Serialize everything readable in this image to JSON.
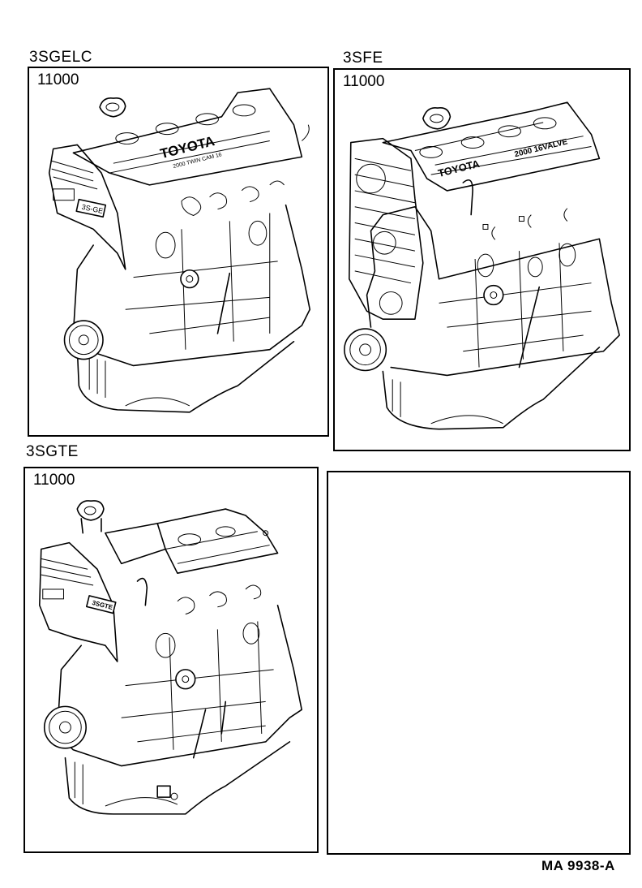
{
  "page": {
    "type": "parts-catalog-illustration",
    "footer_code": "MA 9938-A"
  },
  "panels": [
    {
      "engine_code": "3SGELC",
      "part_number": "11000",
      "illustration": "engine-assembly-3sgelc",
      "valve_cover_text": "TOYOTA",
      "valve_cover_subtext": "2000 TWIN CAM 16",
      "timing_cover_tag": "3S-GE"
    },
    {
      "engine_code": "3SFE",
      "part_number": "11000",
      "illustration": "engine-assembly-3sfe",
      "valve_cover_text": "TOYOTA",
      "valve_cover_subtext": "2000 16VALVE"
    },
    {
      "engine_code": "3SGTE",
      "part_number": "11000",
      "illustration": "engine-assembly-3sgte",
      "timing_cover_tag": "3SGTE"
    },
    {
      "engine_code": "",
      "part_number": "",
      "illustration": "empty-panel"
    }
  ]
}
